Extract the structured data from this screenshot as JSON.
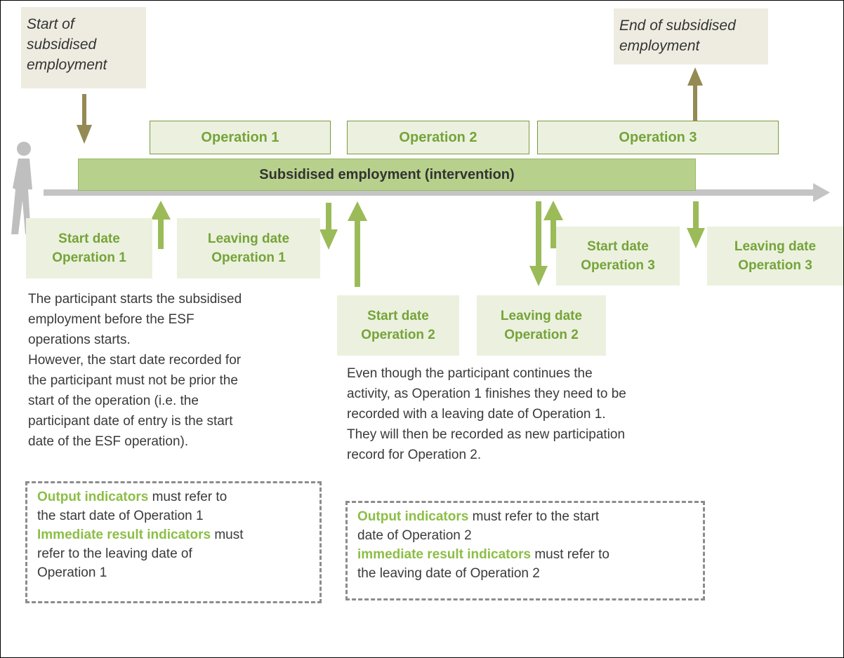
{
  "callouts": {
    "start_subsidised": "Start of subsidised employment",
    "end_subsidised": "End of subsidised employment"
  },
  "operations": [
    {
      "label": "Operation 1"
    },
    {
      "label": "Operation 2"
    },
    {
      "label": "Operation 3"
    }
  ],
  "intervention": {
    "label": "Subsidised employment (intervention)"
  },
  "dates": {
    "start_op1": {
      "line1": "Start date",
      "line2": "Operation 1"
    },
    "leave_op1": {
      "line1": "Leaving date",
      "line2": "Operation 1"
    },
    "start_op2": {
      "line1": "Start date",
      "line2": "Operation 2"
    },
    "leave_op2": {
      "line1": "Leaving date",
      "line2": "Operation 2"
    },
    "start_op3": {
      "line1": "Start date",
      "line2": "Operation 3"
    },
    "leave_op3": {
      "line1": "Leaving date",
      "line2": "Operation 3"
    }
  },
  "left_text": {
    "line1": "The participant starts the subsidised",
    "line2": "employment before the ESF",
    "line3": "operations starts.",
    "line4": "However, the start date recorded for",
    "line5": "the participant must not be prior the",
    "line6": "start of the operation (i.e. the",
    "line7": "participant date of entry is the start",
    "line8": "date of the ESF operation)."
  },
  "right_text": {
    "line1": "Even though the participant continues the",
    "line2": "activity, as Operation 1 finishes they need to be",
    "line3": "recorded with a leaving date of Operation 1.",
    "line4": "They will then be recorded as new participation",
    "line5": "record for Operation 2."
  },
  "left_box": {
    "output_label": "Output indicators",
    "output_rest1": " must refer to",
    "output_rest2": "the start  date of Operation 1",
    "result_label": "Immediate result indicators",
    "result_rest1": " must",
    "result_rest2": "refer to the leaving date of",
    "result_rest3": "Operation 1"
  },
  "right_box": {
    "output_label": "Output indicators",
    "output_rest1": " must refer to the start",
    "output_rest2": "date of Operation 2",
    "result_label": "immediate result indicators",
    "result_rest1": "  must refer to",
    "result_rest2": "the leaving date of Operation 2"
  },
  "colors": {
    "timeline": "#c4c4c4",
    "arrow_green": "#9bbb59",
    "arrow_brown": "#948a54",
    "person": "#bfbfbf"
  }
}
